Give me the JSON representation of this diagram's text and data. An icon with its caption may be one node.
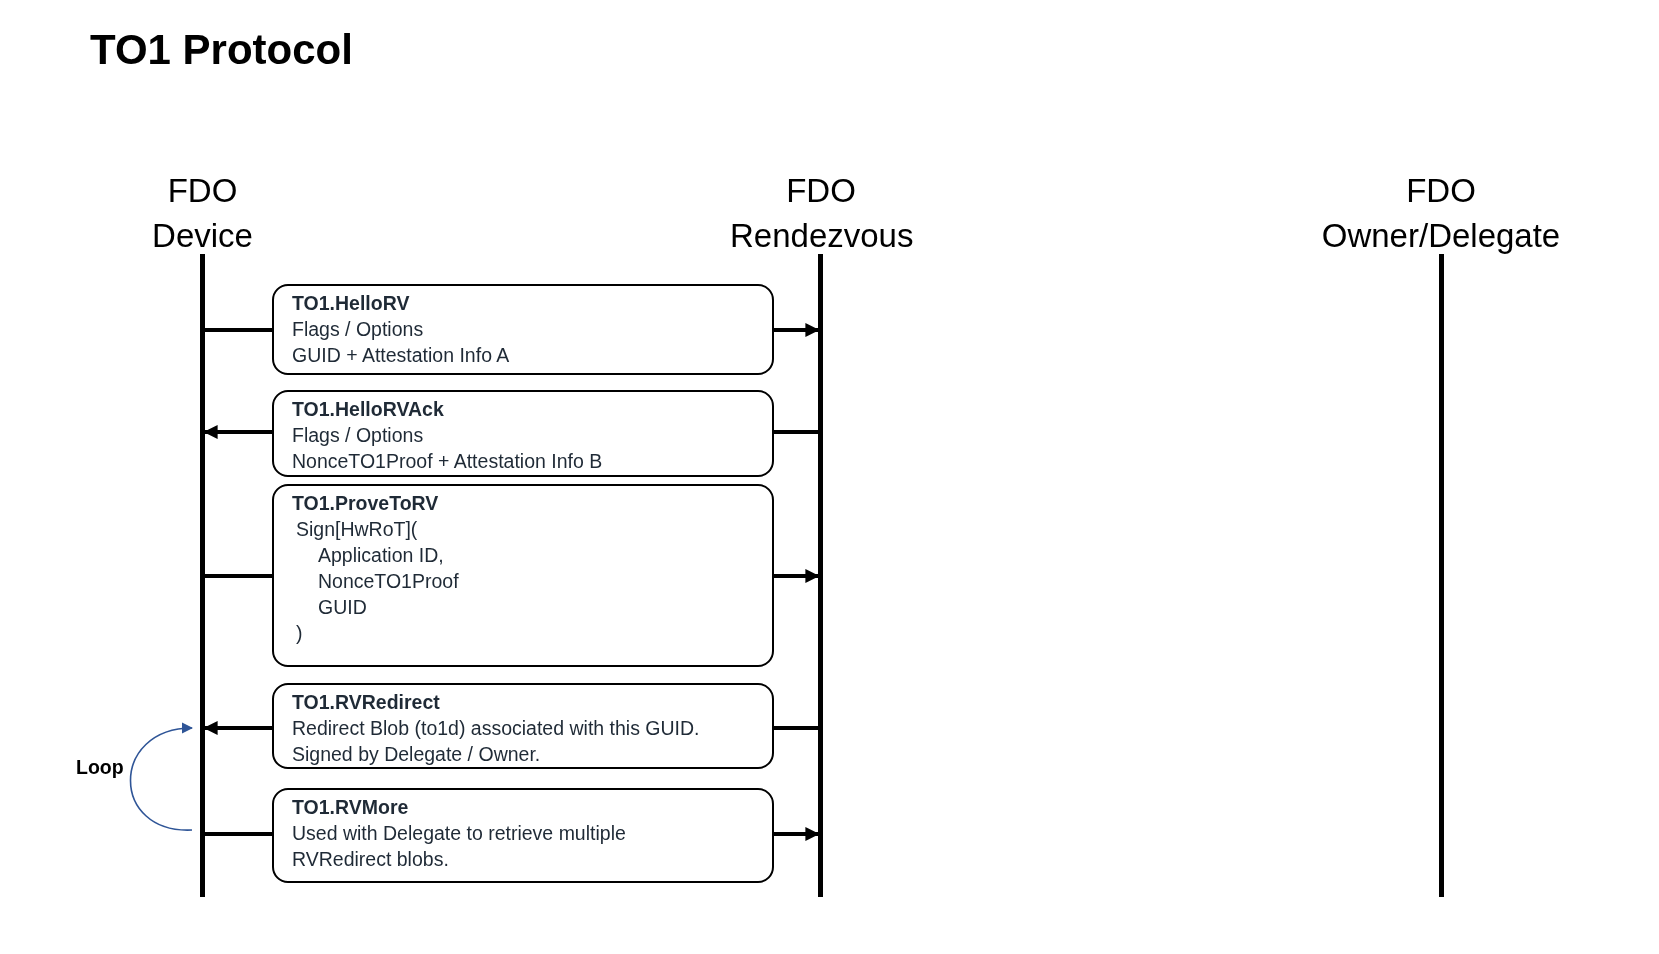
{
  "diagram": {
    "title": "TO1 Protocol",
    "nodes": [
      {
        "text": [
          "FDO Device"
        ]
      },
      {
        "text": [
          "FDO Rendezvous"
        ]
      },
      {
        "text": [
          "FDO Owner/Delegate"
        ]
      },
      {
        "text": [],
        "shape": "bar"
      },
      {
        "text": [],
        "shape": "bar"
      },
      {
        "text": [],
        "shape": "bar"
      },
      {
        "text": [
          "TO1.HelloRV",
          "Flags / Options",
          "GUID + Attestation Info A"
        ]
      },
      {
        "text": [
          "TO1.HelloRVAck",
          "Flags / Options",
          "NonceTO1Proof + Attestation Info B"
        ]
      },
      {
        "text": [
          "TO1.ProveToRV",
          "Sign[HwRoT](",
          "Application ID,",
          "NonceTO1Proof",
          "GUID",
          ")"
        ]
      },
      {
        "text": [
          "TO1.RVRedirect",
          "Redirect Blob (to1d) associated with this GUID.",
          "Signed by Delegate / Owner."
        ]
      },
      {
        "text": [
          "TO1.RVMore",
          "Used with Delegate to retrieve multiple",
          "RVRedirect blobs."
        ]
      }
    ],
    "edges": [
      {
        "from": 3,
        "to": 6,
        "arrow": "none"
      },
      {
        "from": 6,
        "to": 4,
        "arrow": "to"
      },
      {
        "from": 4,
        "to": 7,
        "arrow": "none"
      },
      {
        "from": 7,
        "to": 3,
        "arrow": "to"
      },
      {
        "from": 3,
        "to": 8,
        "arrow": "none"
      },
      {
        "from": 8,
        "to": 4,
        "arrow": "to"
      },
      {
        "from": 4,
        "to": 9,
        "arrow": "none"
      },
      {
        "from": 9,
        "to": 3,
        "arrow": "to"
      },
      {
        "from": 3,
        "to": 10,
        "arrow": "none"
      },
      {
        "from": 10,
        "to": 4,
        "arrow": "to"
      },
      {
        "from": 3,
        "to": 3,
        "arrow": "to",
        "label": "Loop",
        "color": "#2f5597"
      }
    ]
  }
}
